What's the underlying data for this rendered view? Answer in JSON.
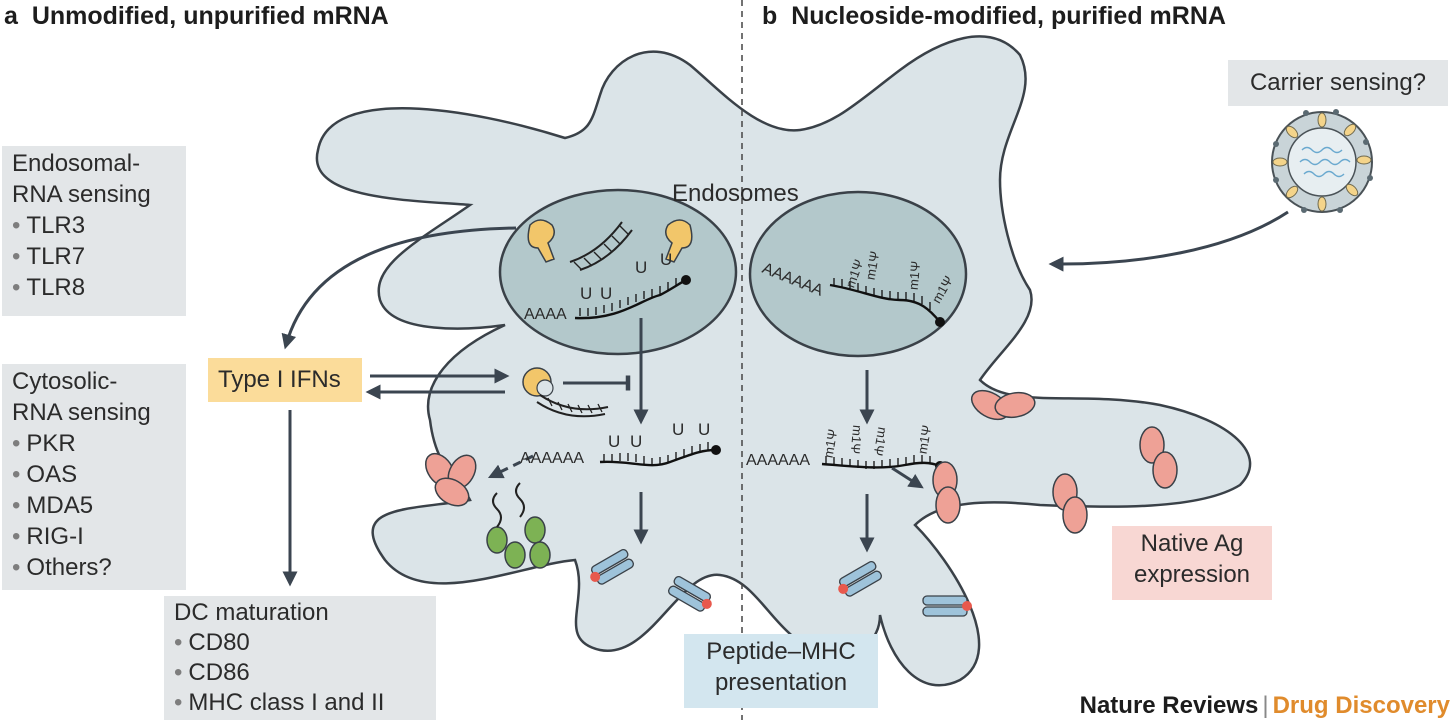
{
  "panel_a": {
    "letter": "a",
    "title": "Unmodified, unpurified mRNA"
  },
  "panel_b": {
    "letter": "b",
    "title": "Nucleoside-modified, purified mRNA"
  },
  "endosomal_box": {
    "title_line1": "Endosomal-",
    "title_line2": "RNA sensing",
    "items": [
      "TLR3",
      "TLR7",
      "TLR8"
    ]
  },
  "cytosolic_box": {
    "title_line1": "Cytosolic-",
    "title_line2": "RNA sensing",
    "items": [
      "PKR",
      "OAS",
      "MDA5",
      "RIG-I",
      "Others?"
    ]
  },
  "ifn_box": {
    "label": "Type I IFNs"
  },
  "dc_box": {
    "title": "DC maturation",
    "items": [
      "CD80",
      "CD86",
      "MHC class I and II"
    ]
  },
  "endosomes_label": "Endosomes",
  "carrier_box": {
    "label": "Carrier sensing?"
  },
  "native_box": {
    "line1": "Native Ag",
    "line2": "expression"
  },
  "mhc_box": {
    "line1": "Peptide–MHC",
    "line2": "presentation"
  },
  "rna_labels": {
    "polyA_short": "AAAA",
    "polyA_long": "AAAAAA",
    "uridine": "U",
    "modified": "m1Ψ"
  },
  "footer": {
    "publisher": "Nature Reviews",
    "separator": "|",
    "journal": "Drug Discovery"
  },
  "colors": {
    "cell": "#dbe4e8",
    "cell_outline": "#3a4148",
    "endosome": "#b3c8cb",
    "arrow": "#3b4550",
    "receptor": "#f2c66a",
    "protein": "#eea196",
    "mhc": "#9ec3da",
    "peptide": "#e8594d",
    "green_protein": "#7db254"
  }
}
